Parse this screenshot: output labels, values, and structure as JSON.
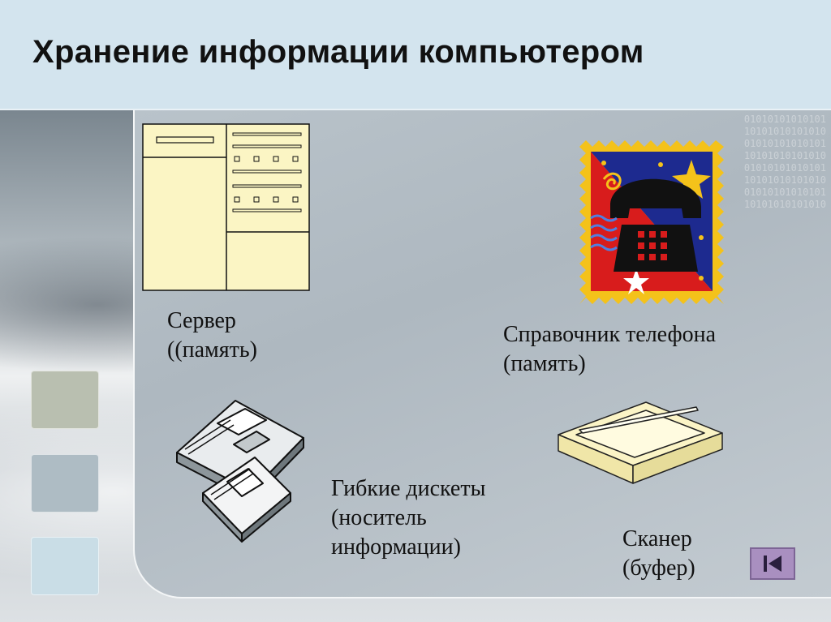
{
  "slide": {
    "title": "Хранение информации компьютером",
    "accent_colors": [
      "#d3e4ee",
      "#b9bfb0",
      "#aebcc4",
      "#c9dde6",
      "#a98fc0"
    ]
  },
  "items": [
    {
      "id": "server",
      "icon": "server-icon",
      "lines": [
        "Сервер",
        "((память)"
      ]
    },
    {
      "id": "phonebook",
      "icon": "telephone-icon",
      "lines": [
        "Справочник телефона",
        "(память)"
      ]
    },
    {
      "id": "floppy",
      "icon": "floppy-disks-icon",
      "lines": [
        "Гибкие дискеты",
        "(носитель",
        "информации)"
      ]
    },
    {
      "id": "scanner",
      "icon": "scanner-icon",
      "lines": [
        "Сканер",
        "(буфер)"
      ]
    }
  ],
  "navigation": {
    "back_icon": "skip-to-start-icon"
  }
}
